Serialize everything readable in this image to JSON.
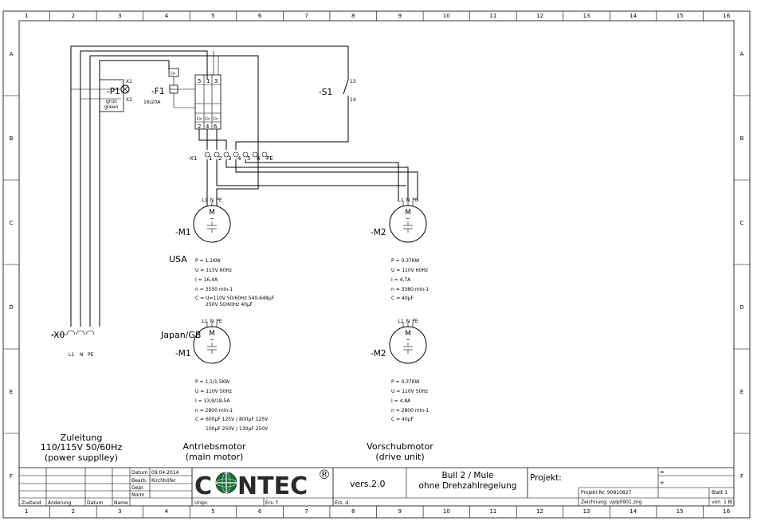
{
  "frame": {
    "col_numbers": [
      "1",
      "2",
      "3",
      "4",
      "5",
      "6",
      "7",
      "8",
      "9",
      "10",
      "11",
      "12",
      "13",
      "14",
      "15",
      "16"
    ],
    "row_letters": [
      "A",
      "B",
      "C",
      "D",
      "E",
      "F"
    ]
  },
  "lamp": {
    "tag": "-P1",
    "t1": "X1",
    "t2": "X2",
    "color_de": "grün",
    "color_en": "green"
  },
  "fuse": {
    "tag": "-F1",
    "rating": "16/20A",
    "terminals_top": [
      "1",
      "3",
      "5"
    ],
    "terminals_bottom": [
      "2",
      "4",
      "6"
    ],
    "mid": "I>",
    "aux": "I>"
  },
  "switch": {
    "tag": "-S1",
    "t1": "13",
    "t2": "14"
  },
  "terminal_strip": {
    "tag": "-X1",
    "terminals": [
      "1",
      "2",
      "3",
      "4",
      "5",
      "6",
      "PE"
    ]
  },
  "supply": {
    "tag": "-X0",
    "terminals": [
      "L1",
      "N",
      "PE"
    ]
  },
  "motor_terms": [
    "L1",
    "N",
    "PE"
  ],
  "motor_symbol": {
    "m": "M",
    "wave": "~"
  },
  "motor_m1_usa": {
    "tag": "-M1",
    "region": "USA",
    "specs": [
      "P = 1,1KW",
      "U = 115V 60Hz",
      "I = 16,4A",
      "n = 3530 min-1",
      "C = U=110V 50/60Hz 540-648µF",
      "250V 50/60Hz 40µF"
    ]
  },
  "motor_m2_usa": {
    "tag": "-M2",
    "specs": [
      "P = 0,37KW",
      "U = 110V 60Hz",
      "I = 4,7A",
      "n = 3380 min-1",
      "C = 40µF"
    ]
  },
  "motor_m1_jp": {
    "tag": "-M1",
    "region": "Japan/GB",
    "specs": [
      "P = 1,1/1,5KW",
      "U = 110V 50Hz",
      "I = 13,9/18,5A",
      "n = 2800 min-1",
      "C = 600µF 125V / 800µF 125V",
      "100µF 250V / 130µF 250V"
    ]
  },
  "motor_m2_jp": {
    "tag": "-M2",
    "specs": [
      "P = 0,37KW",
      "U = 110V 50Hz",
      "I = 4,8A",
      "n = 2800 min-1",
      "C = 40µF"
    ]
  },
  "captions": {
    "supply": [
      "Zuleitung",
      "110/115V 50/60Hz",
      "(power supplley)"
    ],
    "drive": [
      "Antriebsmotor",
      "(main motor)"
    ],
    "feed": [
      "Vorschubmotor",
      "(drive unit)"
    ]
  },
  "title_block": {
    "datum_label": "Datum",
    "datum_value": "09.04.2014",
    "bearb_label": "Bearb.",
    "bearb_value": "Kirchhöfer",
    "gepr_label": "Gepr.",
    "norm_label": "Norm",
    "zustand": "Zustand",
    "aenderung": "Änderung",
    "datum2": "Datum",
    "name": "Name",
    "urspr": "Urspr.",
    "ers_f": "Ers. f.",
    "ers_d": "Ers. d.",
    "logo_left": "C",
    "logo_right": "NTEC",
    "logo_reg": "®",
    "version": "vers.2.0",
    "title1": "Bull 2 / Mule",
    "title2": "ohne Drehzahlregelung",
    "projekt": "Projekt:",
    "eq": "=",
    "plus": "+",
    "projekt_nr": "Projekt Nr. 90810827",
    "zeichnung": "Zeichnung: vplp0901.zng",
    "blatt": "Blatt 1",
    "von": "von",
    "bl": "1 Bl."
  },
  "colors": {
    "line": "#000000",
    "motor_fill": "#ffffff",
    "logo_green": "#1e6b3a",
    "logo_stroke": "#2a2a2a"
  }
}
